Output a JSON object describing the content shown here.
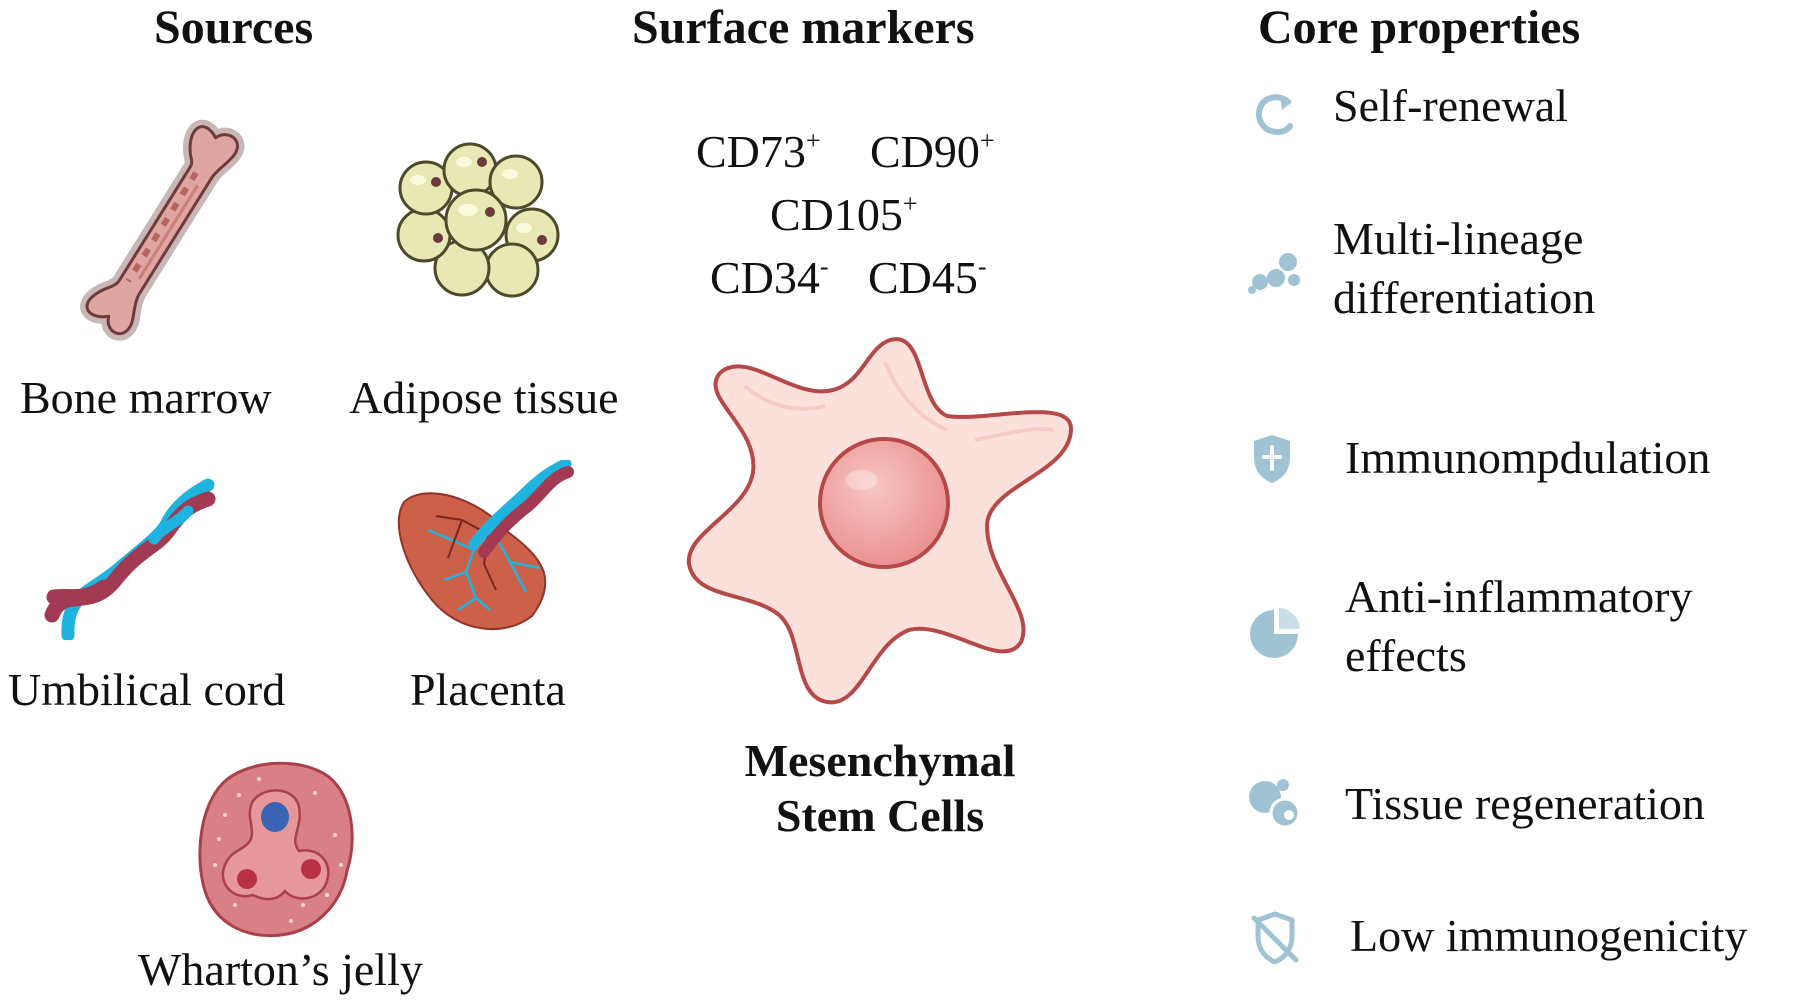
{
  "headings": {
    "sources": "Sources",
    "markers": "Surface markers",
    "properties": "Core properties"
  },
  "sources": [
    {
      "label": "Bone marrow",
      "icon": "bone-icon"
    },
    {
      "label": "Adipose tissue",
      "icon": "adipose-cells-icon"
    },
    {
      "label": "Umbilical cord",
      "icon": "umbilical-cord-icon"
    },
    {
      "label": "Placenta",
      "icon": "placenta-icon"
    },
    {
      "label": "Wharton’s jelly",
      "icon": "whartons-jelly-icon"
    }
  ],
  "markers": [
    {
      "name": "CD73",
      "sign": "+"
    },
    {
      "name": "CD90",
      "sign": "+"
    },
    {
      "name": "CD105",
      "sign": "+"
    },
    {
      "name": "CD34",
      "sign": "-"
    },
    {
      "name": "CD45",
      "sign": "-"
    }
  ],
  "msc": {
    "line1": "Mesenchymal",
    "line2": "Stem Cells",
    "icon": "stem-cell-icon"
  },
  "properties": [
    {
      "line1": "Self-renewal",
      "line2": "",
      "icon": "renewal-arrow-icon"
    },
    {
      "line1": "Multi-lineage",
      "line2": "differentiation",
      "icon": "differentiation-cells-icon"
    },
    {
      "line1": "Immunompdulation",
      "line2": "",
      "icon": "shield-icon"
    },
    {
      "line1": "Anti-inflammatory",
      "line2": "effects",
      "icon": "pie-icon"
    },
    {
      "line1": "Tissue regeneration",
      "line2": "",
      "icon": "regeneration-cells-icon"
    },
    {
      "line1": "Low immunogenicity",
      "line2": "",
      "icon": "crossed-shield-icon"
    }
  ],
  "colors": {
    "icon": "#9fc3d3",
    "cell_fill": "#fce0dc",
    "cell_outline": "#b54848",
    "nucleus": "#ef9f9f",
    "cord_red": "#a33a54",
    "cord_blue": "#1fb3e0",
    "placenta": "#cc6048",
    "adipose": "#e8e8b4"
  }
}
